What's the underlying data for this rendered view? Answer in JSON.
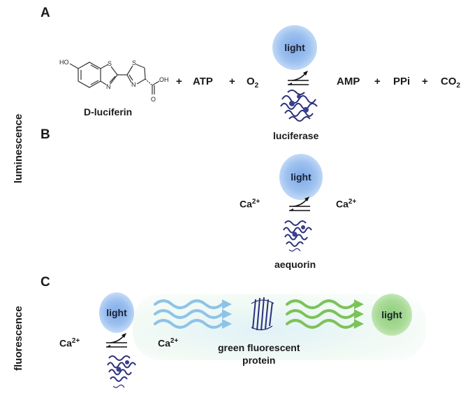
{
  "panels": {
    "a": {
      "letter": "A",
      "substrate_label": "D-luciferin",
      "molecule_atoms": {
        "ho": "HO",
        "s1": "S",
        "n1": "N",
        "s2": "S",
        "n2": "N",
        "oh": "OH",
        "o": "O"
      },
      "plus": "+",
      "atp": "ATP",
      "o2_main": "O",
      "o2_sub": "2",
      "light": "light",
      "enzyme_label": "luciferase",
      "amp": "AMP",
      "ppi": "PPi",
      "co2_main": "CO",
      "co2_sub": "2"
    },
    "b": {
      "letter": "B",
      "ion_left_main": "Ca",
      "ion_left_sup": "2+",
      "ion_right_main": "Ca",
      "ion_right_sup": "2+",
      "light": "light",
      "protein_label": "aequorin"
    },
    "c": {
      "letter": "C",
      "ion_left_main": "Ca",
      "ion_left_sup": "2+",
      "ion_mid_main": "Ca",
      "ion_mid_sup": "2+",
      "light_blue": "light",
      "light_green": "light",
      "gfp_label_line1": "green fluorescent",
      "gfp_label_line2": "protein"
    }
  },
  "side_labels": {
    "luminescence": "luminescence",
    "fluorescence": "fluorescence"
  },
  "colors": {
    "blue_light": "#9cc0ef",
    "green_light": "#a9db97",
    "blue_wave": "#8ec3e8",
    "green_wave": "#7cc25a",
    "protein": "#2b2f7a"
  }
}
